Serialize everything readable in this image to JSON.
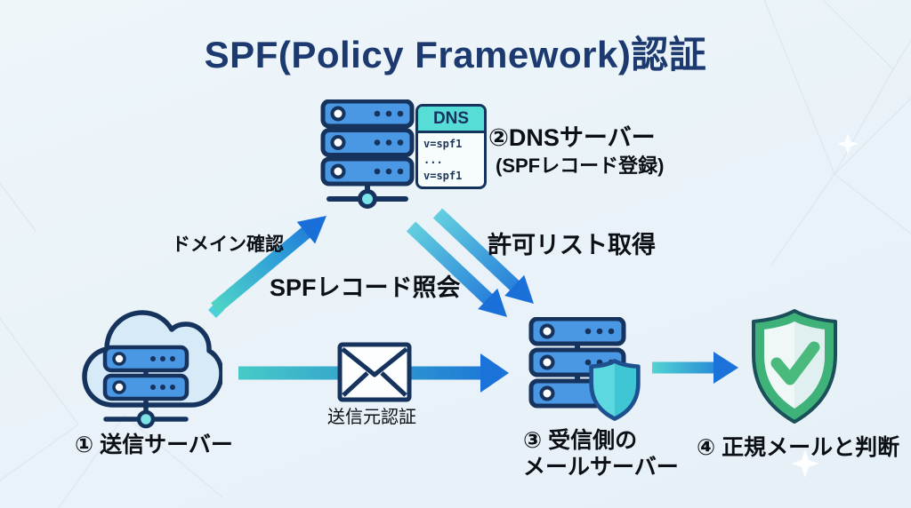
{
  "title": "SPF(Policy Framework)認証",
  "dns": {
    "card_header": "DNS",
    "records": [
      "v=spf1 ...",
      "v=spf1 ...",
      "..."
    ],
    "label": "②DNSサーバー",
    "sublabel": "(SPFレコード登録)"
  },
  "flow_labels": {
    "domain_check": "ドメイン確認",
    "spf_record_query": "SPFレコード照会",
    "allow_list_fetch": "許可リスト取得",
    "sender_auth": "送信元認証"
  },
  "nodes": {
    "sending_server": "① 送信サーバー",
    "receiving_server_line1": "③ 受信側の",
    "receiving_server_line2": "メールサーバー",
    "verdict": "④ 正規メールと判断"
  },
  "icons": {
    "dns_server": "server-stack-icon",
    "sending_server": "cloud-server-icon",
    "mail": "envelope-icon",
    "receiving_server": "server-stack-icon + shield-icon",
    "verdict": "shield-check-icon"
  },
  "colors": {
    "background": "#eaf3f9",
    "title_navy": "#1c3a70",
    "outline_navy": "#16335e",
    "server_fill": "#4a97e3",
    "cloud_fill": "#d6eaf8",
    "dns_header_bg": "#56ddd6",
    "node_cyan": "#7ce4e6",
    "arrow_cyan": "#49cbc7",
    "arrow_blue": "#1b70d8",
    "shield_cyan": "#5bd8e0",
    "shield_green_border": "#3fb27a",
    "check_green": "#49ba7c",
    "label_black": "#0d0f16"
  }
}
